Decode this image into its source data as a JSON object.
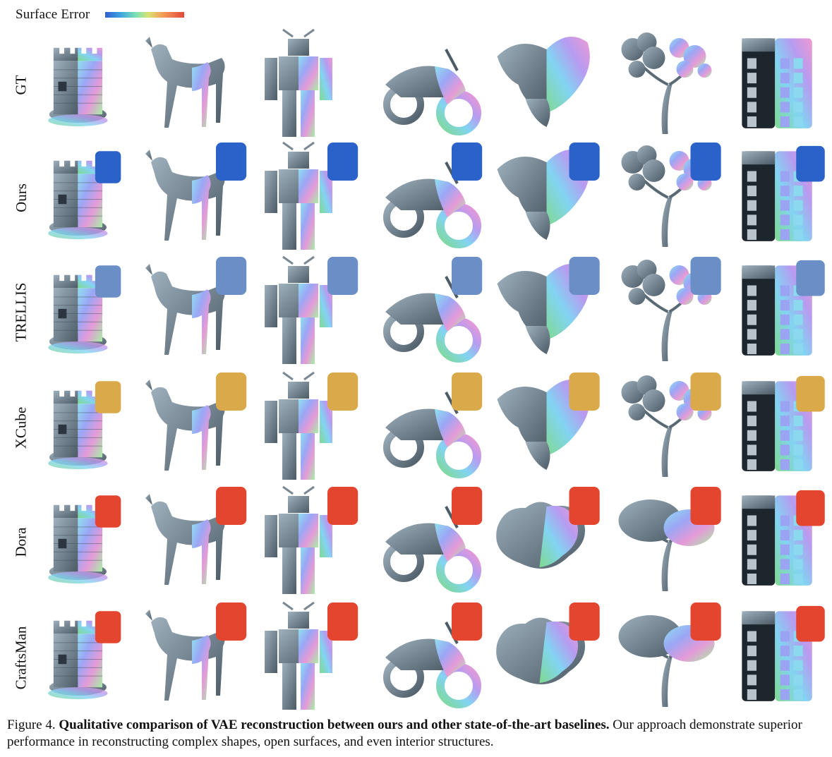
{
  "legend": {
    "label": "Surface Error",
    "colorbar_colors": [
      "#2f5fd0",
      "#3fa6e0",
      "#7fe3b0",
      "#d8e070",
      "#f2a05a",
      "#e4483a"
    ]
  },
  "rows": [
    {
      "label": "GT"
    },
    {
      "label": "Ours"
    },
    {
      "label": "TRELLIS"
    },
    {
      "label": "XCube"
    },
    {
      "label": "Dora"
    },
    {
      "label": "CraftsMan"
    }
  ],
  "objects": [
    "castle-tower",
    "horse",
    "robot",
    "motorcycle",
    "lily-flower",
    "tree",
    "vehicle-interior"
  ],
  "error_map_colors": [
    "none",
    "#2b62c9",
    "#6a8fc6",
    "#d9a94a",
    "#e4452e",
    "#e4452e"
  ],
  "caption": {
    "prefix": "Figure 4.",
    "bold": "Qualitative comparison of VAE reconstruction between ours and other state-of-the-art baselines.",
    "rest": "Our approach demonstrate superior performance in reconstructing complex shapes, open surfaces, and even interior structures."
  }
}
